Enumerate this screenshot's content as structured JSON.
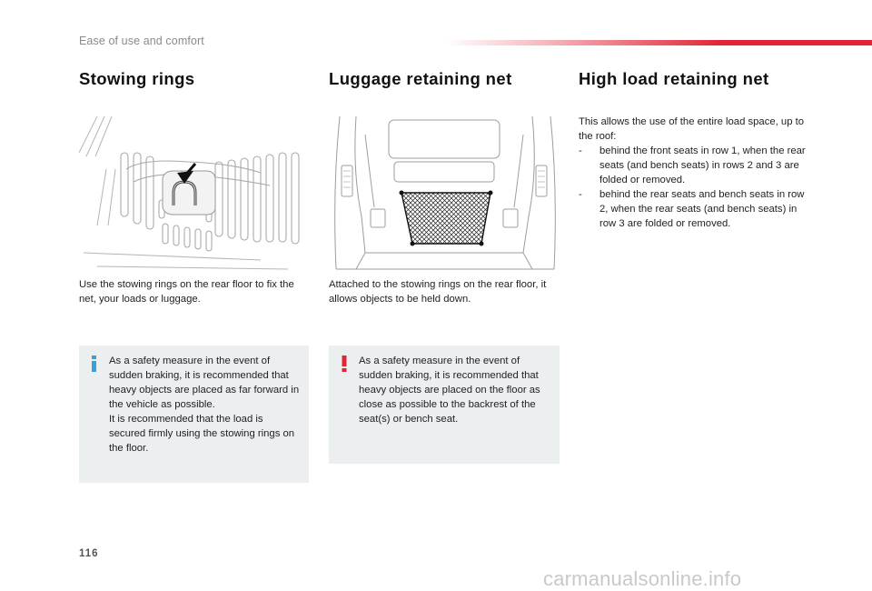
{
  "header": {
    "section_title": "Ease of use and comfort",
    "accent_color": "#e22434"
  },
  "columns": {
    "stowing_rings": {
      "title": "Stowing rings",
      "figure_icon": "stowing-ring-floor-illustration",
      "body": "Use the stowing rings on the rear floor to fix the net, your loads or luggage.",
      "note": {
        "icon": "info-icon",
        "icon_color": "#3aa0d8",
        "lines": [
          "As a safety measure in the event of sudden braking, it is recommended that heavy objects are placed as far forward in the vehicle as possible.",
          "It is recommended that the load is secured firmly using the stowing rings on the floor."
        ]
      }
    },
    "luggage_net": {
      "title": "Luggage retaining net",
      "figure_icon": "luggage-net-illustration",
      "body": "Attached to the stowing rings on the rear floor, it allows objects to be held down.",
      "note": {
        "icon": "warning-icon",
        "icon_color": "#e22434",
        "lines": [
          "As a safety measure in the event of sudden braking, it is recommended that heavy objects are placed on the floor as close as possible to the backrest of the seat(s) or bench seat."
        ]
      }
    },
    "high_load_net": {
      "title": "High load retaining net",
      "intro": "This allows the use of the entire load space, up to the roof:",
      "items": [
        "behind the front seats in row 1, when the rear seats (and bench seats) in rows 2 and 3 are folded or removed.",
        "behind the rear seats and bench seats in row 2, when the rear seats (and bench seats) in row 3 are folded or removed."
      ]
    }
  },
  "footer": {
    "page_number": "116",
    "watermark": "carmanualsonline.info"
  }
}
